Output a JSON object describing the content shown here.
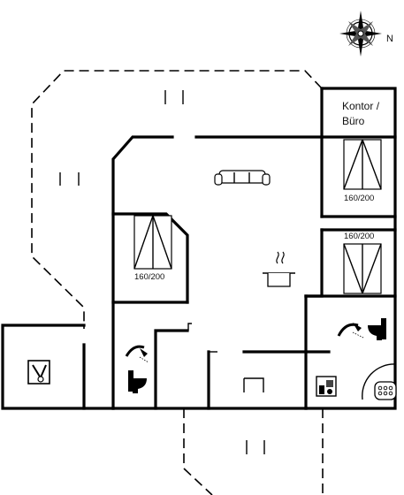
{
  "compass": {
    "north_letter": "N",
    "icon": "compass-rose-icon"
  },
  "rooms": {
    "office": {
      "line1": "Kontor /",
      "line2": "Büro"
    }
  },
  "beds": [
    {
      "name": "bed-office",
      "size": "160/200"
    },
    {
      "name": "bed-right",
      "size": "160/200"
    },
    {
      "name": "bed-left",
      "size": "160/200"
    }
  ],
  "icons": [
    "sofa-icon",
    "cooking-pot-icon",
    "shower-icon",
    "toilet-icon",
    "washing-machine-icon",
    "dishwasher-icon",
    "whirlpool-icon"
  ]
}
